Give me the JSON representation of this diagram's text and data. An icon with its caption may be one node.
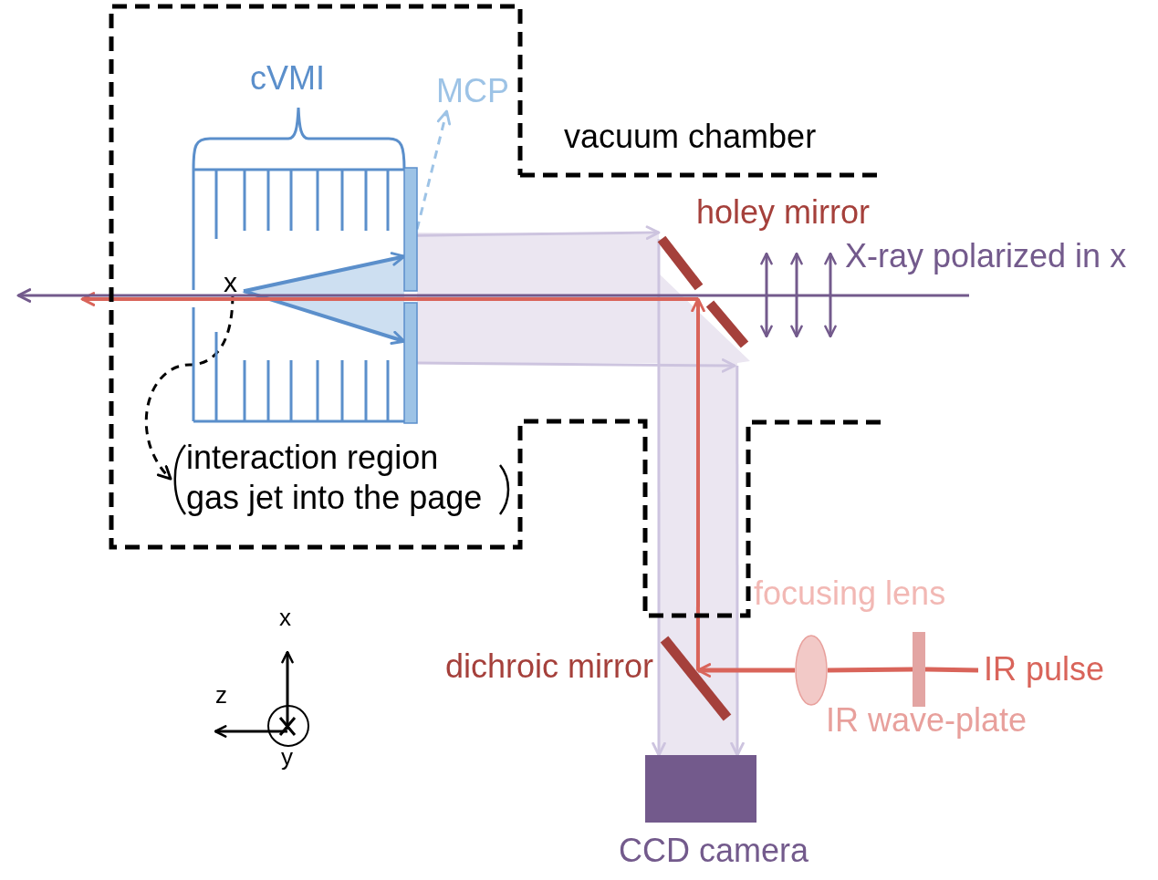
{
  "diagram": {
    "nodes": [
      {
        "text": [],
        "shape": "box",
        "beside": [
          "vacuum chamber"
        ]
      },
      {
        "text": [],
        "shape": "box",
        "beside": [
          "cVMI"
        ],
        "in": 0
      },
      {
        "text": [
          "MCP"
        ],
        "in": 0
      },
      {
        "text": [
          "x"
        ],
        "in": 1
      },
      {
        "text": [],
        "shape": "bar",
        "in": 0
      },
      {
        "text": [],
        "shape": "bar",
        "in": 0
      },
      {
        "text": [
          "interaction region gas jet into the page"
        ],
        "in": 0
      },
      {
        "text": [],
        "shape": "bar",
        "beside": [
          "holey mirror"
        ],
        "in": 0
      },
      {
        "text": [],
        "shape": "ellipse",
        "beside": [
          "focusing lens"
        ]
      },
      {
        "text": [],
        "shape": "bar",
        "beside": [
          "dichroic mirror"
        ]
      },
      {
        "text": [
          "IR pulse"
        ]
      },
      {
        "text": [],
        "shape": "bar",
        "beside": [
          "IR wave-plate"
        ]
      },
      {
        "text": [],
        "shape": "box",
        "beside": [
          "CCD camera"
        ]
      }
    ],
    "edges": [
      {
        "from": 4,
        "to": 2,
        "arrow": "to",
        "style": "dashed",
        "color": "#9dc3e6"
      },
      {
        "from": 3,
        "to": 6,
        "arrow": "to",
        "style": "dashed",
        "color": "#000000"
      },
      {
        "from": 3,
        "to": 4,
        "arrow": "to",
        "color": "#5b8fcb"
      },
      {
        "from": 3,
        "to": 5,
        "arrow": "to",
        "color": "#5b8fcb"
      },
      {
        "from": 4,
        "to": 7,
        "arrow": "to",
        "color": "#cdc4df"
      },
      {
        "from": 5,
        "to": 7,
        "arrow": "to",
        "color": "#cdc4df"
      },
      {
        "from": 7,
        "to": 12,
        "arrow": "to",
        "color": "#cdc4df"
      },
      {
        "from": 7,
        "to": 12,
        "arrow": "to",
        "color": "#cdc4df"
      },
      {
        "from": 10,
        "to": 11,
        "arrow": "none",
        "color": "#d9645a"
      },
      {
        "from": 11,
        "to": 8,
        "arrow": "none",
        "color": "#d9645a"
      },
      {
        "from": 8,
        "to": 9,
        "arrow": "to",
        "color": "#d9645a"
      },
      {
        "from": 9,
        "to": 7,
        "arrow": "to",
        "color": "#d9645a"
      },
      {
        "from": 7,
        "to": null,
        "arrow": "to",
        "color": "#d9645a"
      },
      {
        "from": null,
        "to": 7,
        "arrow": "none",
        "color": "#735a8c"
      },
      {
        "from": 7,
        "to": null,
        "arrow": "to",
        "color": "#735a8c"
      }
    ],
    "labels": [
      "X-ray polarized in x",
      "x",
      "z",
      "y"
    ]
  }
}
